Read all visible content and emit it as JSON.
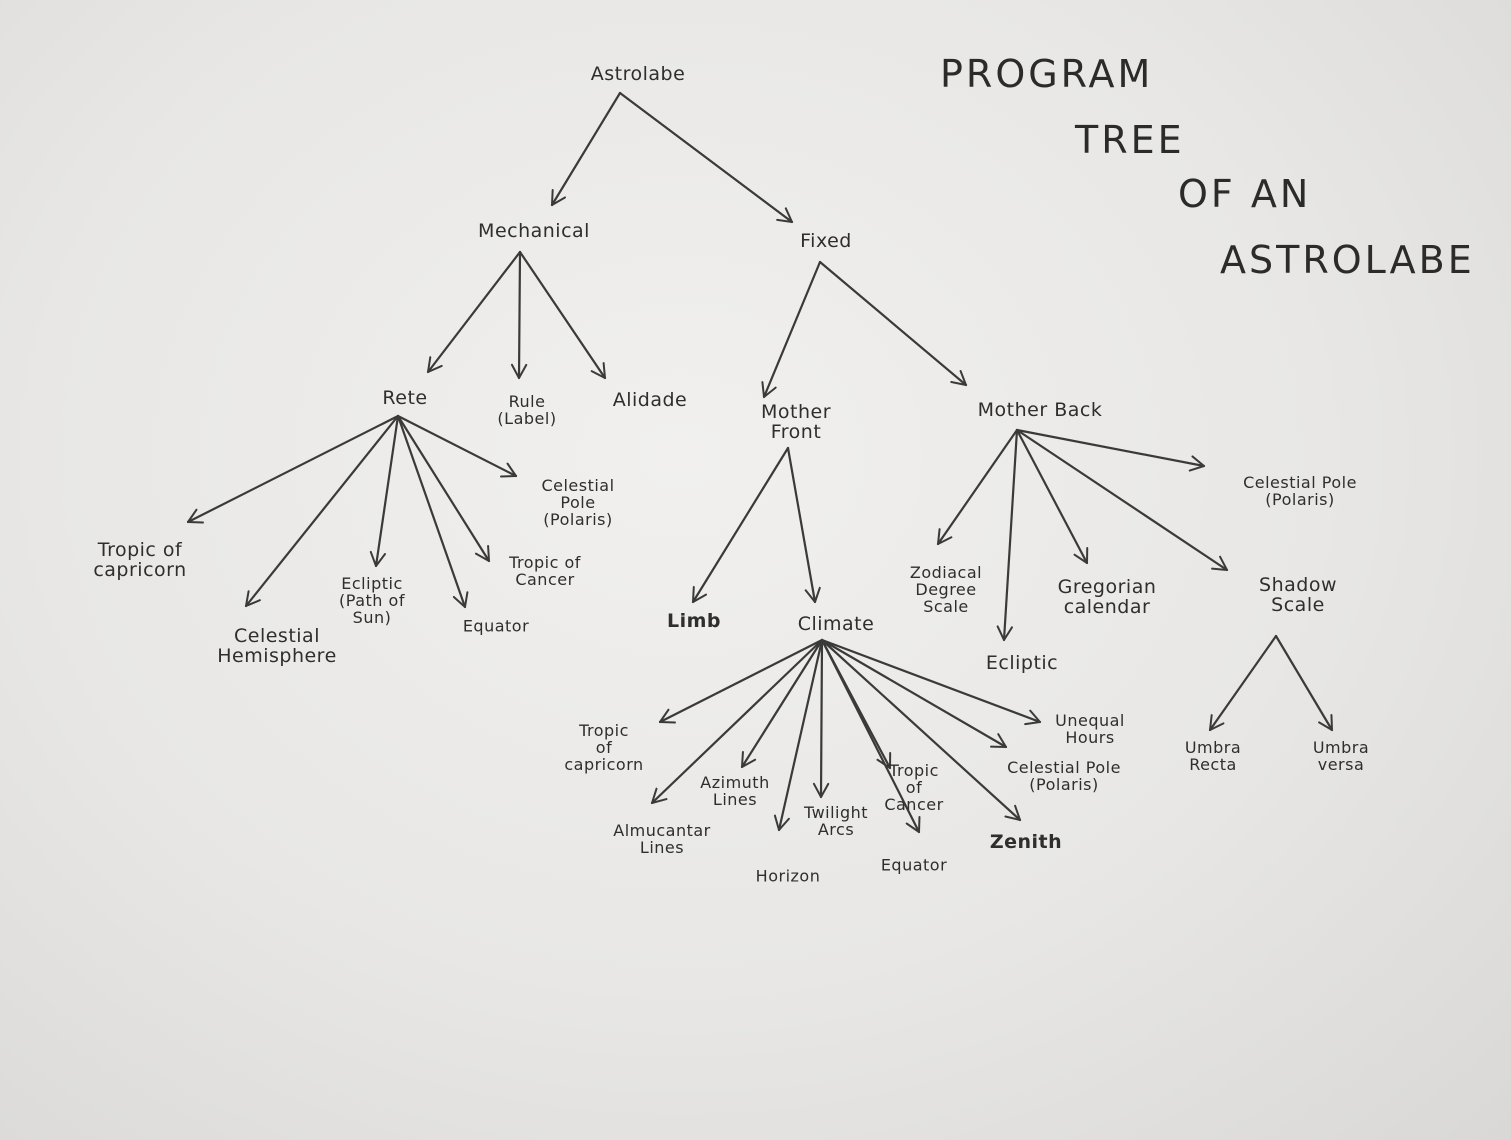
{
  "title": {
    "line1": "PROGRAM",
    "line2": "TREE",
    "line3": "OF AN",
    "line4": "ASTROLABE"
  },
  "nodes": {
    "astrolabe": "Astrolabe",
    "mechanical": "Mechanical",
    "fixed": "Fixed",
    "rete": "Rete",
    "rule": "Rule\n(Label)",
    "alidade": "Alidade",
    "mother_front": "Mother\nFront",
    "mother_back": "Mother Back",
    "rete_tropic_capricorn": "Tropic of\ncapricorn",
    "rete_celestial_hemisphere": "Celestial\nHemisphere",
    "rete_ecliptic": "Ecliptic\n(Path of\nSun)",
    "rete_equator": "Equator",
    "rete_tropic_cancer": "Tropic of\nCancer",
    "rete_celestial_pole": "Celestial\nPole\n(Polaris)",
    "limb": "Limb",
    "climate": "Climate",
    "cl_tropic_capricorn": "Tropic\nof\ncapricorn",
    "cl_almucantar": "Almucantar\nLines",
    "cl_azimuth": "Azimuth\nLines",
    "cl_horizon": "Horizon",
    "cl_twilight": "Twilight\nArcs",
    "cl_equator": "Equator",
    "cl_tropic_cancer": "Tropic\nof\nCancer",
    "cl_zenith": "Zenith",
    "cl_celestial_pole": "Celestial Pole\n(Polaris)",
    "cl_unequal_hours": "Unequal\nHours",
    "mb_zodiacal": "Zodiacal\nDegree\nScale",
    "mb_ecliptic": "Ecliptic",
    "mb_gregorian": "Gregorian\ncalendar",
    "mb_shadow": "Shadow\nScale",
    "mb_celestial_pole": "Celestial Pole\n(Polaris)",
    "umbra_recta": "Umbra\nRecta",
    "umbra_versa": "Umbra\nversa"
  }
}
